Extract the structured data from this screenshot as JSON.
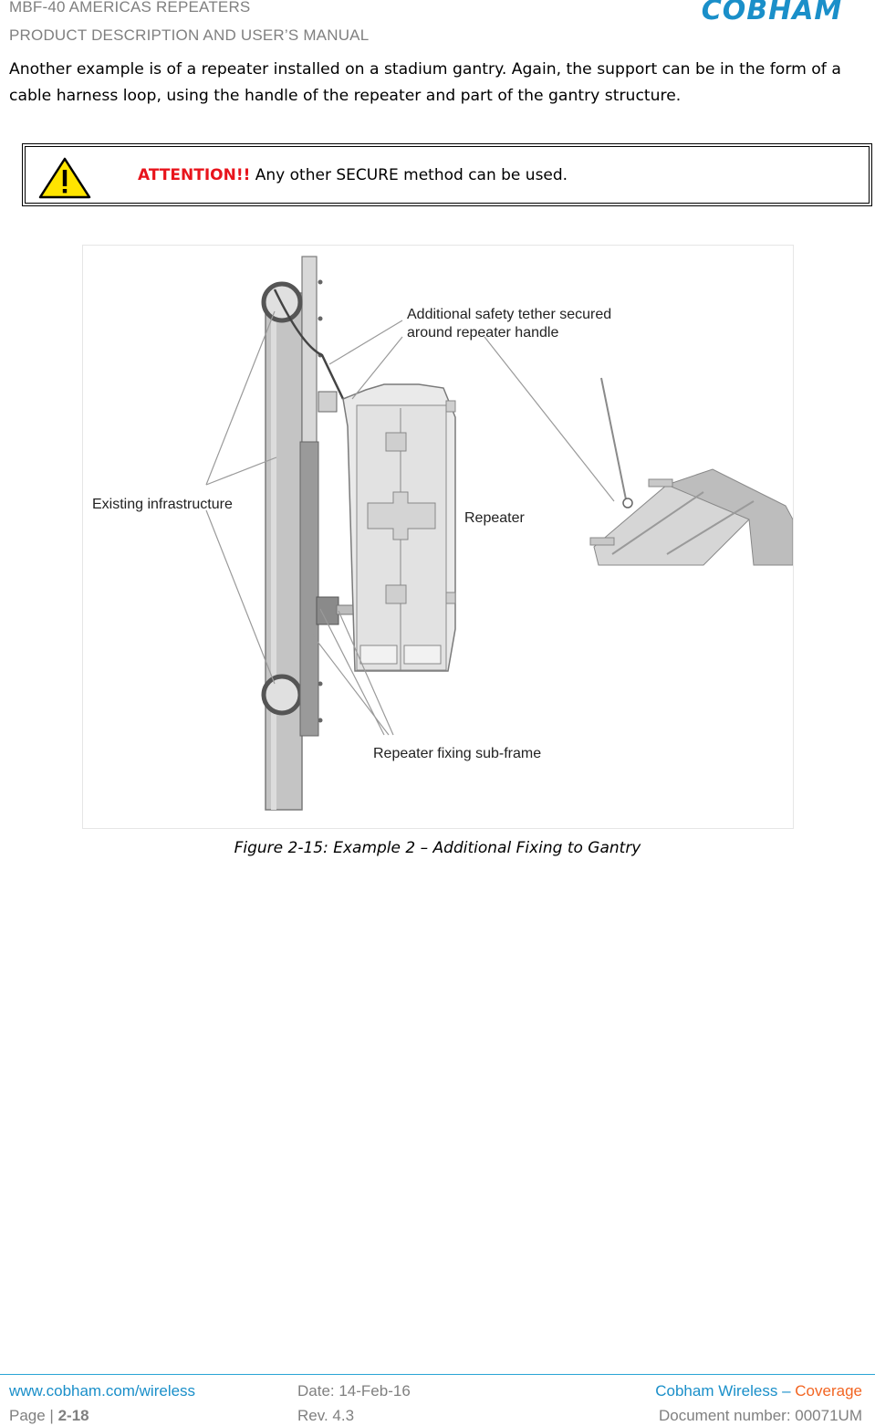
{
  "header": {
    "line1": "MBF-40 AMERICAS REPEATERS",
    "line2": "PRODUCT DESCRIPTION AND USER’S MANUAL",
    "logo_text": "COBHAM",
    "logo_color": "#1a8fc9"
  },
  "body": {
    "intro": "Another example is of a repeater installed on a stadium gantry. Again, the support can be in the form of a cable harness loop, using the handle of the repeater and part of the gantry structure."
  },
  "attention": {
    "label": "ATTENTION!!",
    "text": " Any other SECURE method can be used.",
    "icon": "warning-triangle-icon",
    "label_color": "#e8141c"
  },
  "figure": {
    "labels": {
      "tether_line1": "Additional safety tether secured",
      "tether_line2": "around repeater handle",
      "infrastructure": "Existing infrastructure",
      "repeater": "Repeater",
      "subframe": "Repeater fixing sub-frame"
    },
    "caption": "Figure 2-15: Example 2 – Additional Fixing to Gantry"
  },
  "footer": {
    "url": "www.cobham.com/wireless",
    "page_label": "Page | ",
    "page_number": "2-18",
    "date": "Date: 14-Feb-16",
    "rev": "Rev. 4.3",
    "company": "Cobham Wireless – ",
    "coverage": "Coverage",
    "doc_number": "Document number: 00071UM",
    "accent_color": "#1a8fc9",
    "coverage_color": "#f26522"
  }
}
